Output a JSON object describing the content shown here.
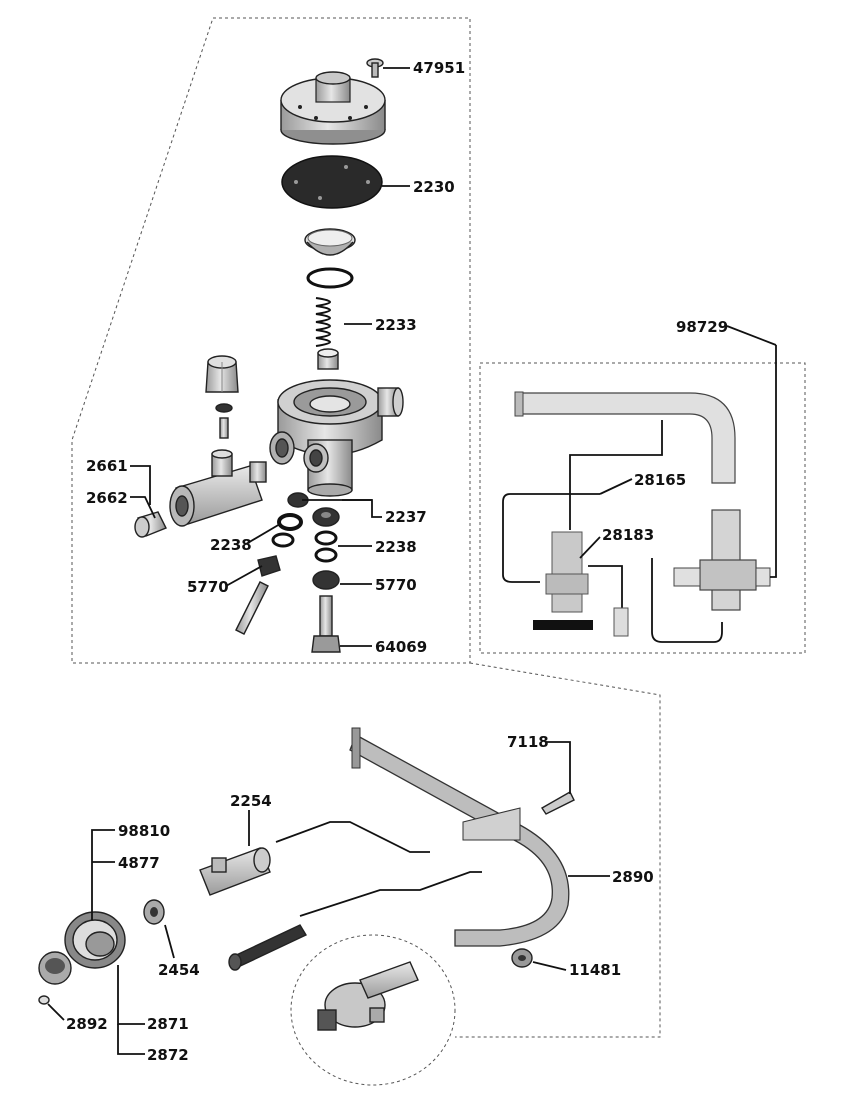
{
  "labels": {
    "l47951": "47951",
    "l2230": "2230",
    "l2233": "2233",
    "l2661": "2661",
    "l2662": "2662",
    "l2237": "2237",
    "l2238a": "2238",
    "l2238b": "2238",
    "l5770a": "5770",
    "l5770b": "5770",
    "l64069": "64069",
    "l98729": "98729",
    "l28165": "28165",
    "l28183": "28183",
    "l7118": "7118",
    "l2254": "2254",
    "l98810": "98810",
    "l4877": "4877",
    "l2890": "2890",
    "l2454": "2454",
    "l11481": "11481",
    "l2892": "2892",
    "l2871": "2871",
    "l2872": "2872"
  },
  "colors": {
    "ink": "#111111",
    "metal_light": "#d9d9d9",
    "metal_mid": "#b5b5b5",
    "metal_dark": "#7d7d7d",
    "diaphragm": "#2a2a2a"
  }
}
